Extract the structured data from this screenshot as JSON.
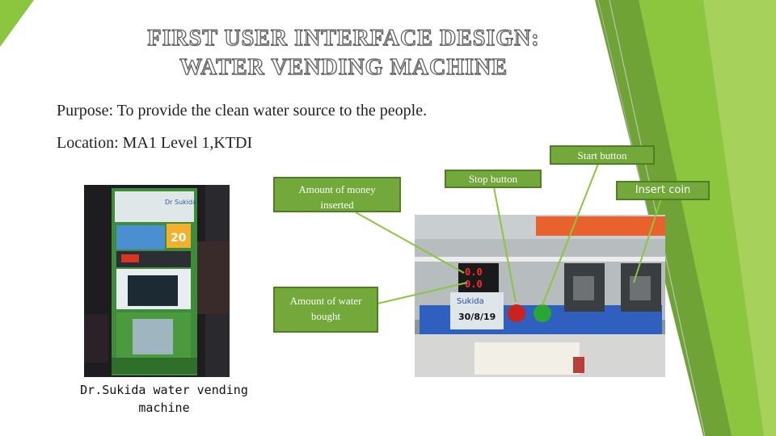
{
  "title": {
    "line1": "FIRST USER INTERFACE DESIGN:",
    "line2": "WATER VENDING MACHINE"
  },
  "body": {
    "purpose": "Purpose: To provide the clean water source to the people.",
    "location": "Location: MA1 Level 1,KTDI"
  },
  "callouts": {
    "amount_money": "Amount of money inserted",
    "amount_water": "Amount of water bought",
    "stop_button": "Stop button",
    "start_button": "Start button",
    "insert_coin": "Insert coin"
  },
  "machine_photo": {
    "brand_text": "Dr Sukida",
    "price_text": "20"
  },
  "panel_photo": {
    "display_top": "0.0",
    "display_bottom": "0.0",
    "brand_text": "Sukida",
    "date_sticker": "30/8/19"
  },
  "caption": "Dr.Sukida water vending machine",
  "colors": {
    "accent_green": "#8cc63f",
    "dark_green": "#5f9a2a",
    "callout_fill": "#72a93a"
  }
}
